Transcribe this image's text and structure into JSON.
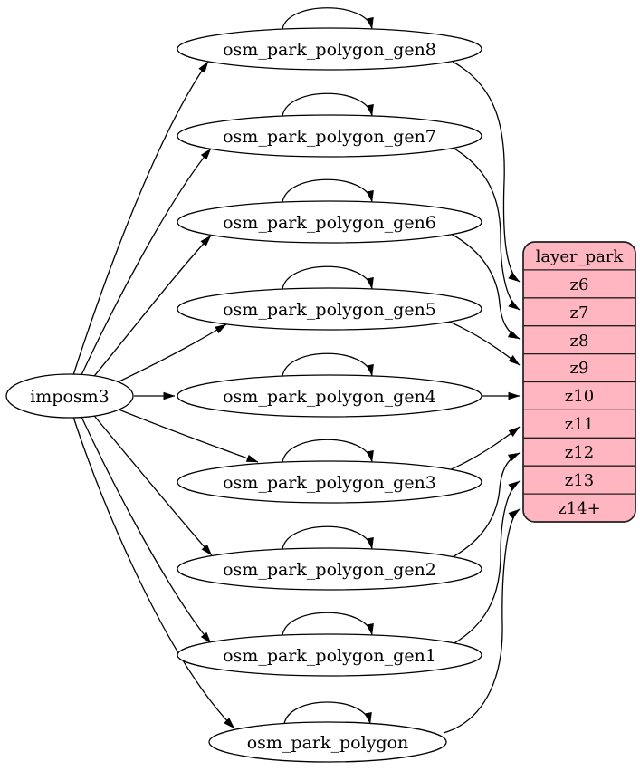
{
  "diagram": {
    "source": {
      "label": "imposm3"
    },
    "generator_nodes": [
      {
        "label": "osm_park_polygon_gen8"
      },
      {
        "label": "osm_park_polygon_gen7"
      },
      {
        "label": "osm_park_polygon_gen6"
      },
      {
        "label": "osm_park_polygon_gen5"
      },
      {
        "label": "osm_park_polygon_gen4"
      },
      {
        "label": "osm_park_polygon_gen3"
      },
      {
        "label": "osm_park_polygon_gen2"
      },
      {
        "label": "osm_park_polygon_gen1"
      },
      {
        "label": "osm_park_polygon"
      }
    ],
    "table": {
      "title": "layer_park",
      "rows": [
        "z6",
        "z7",
        "z8",
        "z9",
        "z10",
        "z11",
        "z12",
        "z13",
        "z14+"
      ]
    },
    "edges": [
      {
        "from": "imposm3",
        "to": "osm_park_polygon_gen8"
      },
      {
        "from": "imposm3",
        "to": "osm_park_polygon_gen7"
      },
      {
        "from": "imposm3",
        "to": "osm_park_polygon_gen6"
      },
      {
        "from": "imposm3",
        "to": "osm_park_polygon_gen5"
      },
      {
        "from": "imposm3",
        "to": "osm_park_polygon_gen4"
      },
      {
        "from": "imposm3",
        "to": "osm_park_polygon_gen3"
      },
      {
        "from": "imposm3",
        "to": "osm_park_polygon_gen2"
      },
      {
        "from": "imposm3",
        "to": "osm_park_polygon_gen1"
      },
      {
        "from": "imposm3",
        "to": "osm_park_polygon"
      },
      {
        "from": "osm_park_polygon_gen8",
        "to": "osm_park_polygon_gen8",
        "type": "self-loop"
      },
      {
        "from": "osm_park_polygon_gen7",
        "to": "osm_park_polygon_gen7",
        "type": "self-loop"
      },
      {
        "from": "osm_park_polygon_gen6",
        "to": "osm_park_polygon_gen6",
        "type": "self-loop"
      },
      {
        "from": "osm_park_polygon_gen5",
        "to": "osm_park_polygon_gen5",
        "type": "self-loop"
      },
      {
        "from": "osm_park_polygon_gen4",
        "to": "osm_park_polygon_gen4",
        "type": "self-loop"
      },
      {
        "from": "osm_park_polygon_gen3",
        "to": "osm_park_polygon_gen3",
        "type": "self-loop"
      },
      {
        "from": "osm_park_polygon_gen2",
        "to": "osm_park_polygon_gen2",
        "type": "self-loop"
      },
      {
        "from": "osm_park_polygon_gen1",
        "to": "osm_park_polygon_gen1",
        "type": "self-loop"
      },
      {
        "from": "osm_park_polygon",
        "to": "osm_park_polygon",
        "type": "self-loop"
      },
      {
        "from": "osm_park_polygon_gen8",
        "to": "layer_park.z6"
      },
      {
        "from": "osm_park_polygon_gen7",
        "to": "layer_park.z7"
      },
      {
        "from": "osm_park_polygon_gen6",
        "to": "layer_park.z8"
      },
      {
        "from": "osm_park_polygon_gen5",
        "to": "layer_park.z9"
      },
      {
        "from": "osm_park_polygon_gen4",
        "to": "layer_park.z10"
      },
      {
        "from": "osm_park_polygon_gen3",
        "to": "layer_park.z11"
      },
      {
        "from": "osm_park_polygon_gen2",
        "to": "layer_park.z12"
      },
      {
        "from": "osm_park_polygon_gen1",
        "to": "layer_park.z13"
      },
      {
        "from": "osm_park_polygon",
        "to": "layer_park.z14+"
      }
    ],
    "colors": {
      "table_fill": "#ffb6c1",
      "node_fill": "#ffffff",
      "stroke": "#000000"
    }
  }
}
